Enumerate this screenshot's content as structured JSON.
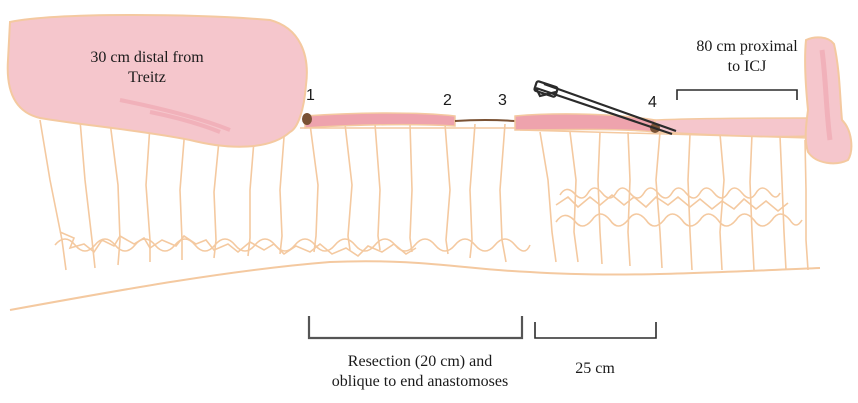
{
  "labels": {
    "distal_line1": "30 cm distal from",
    "distal_line2": "Treitz",
    "proximal_line1": "80 cm proximal",
    "proximal_line2": "to ICJ",
    "resection_line1": "Resection (20 cm) and",
    "resection_line2": "oblique to end anastomoses",
    "segment_length": "25 cm"
  },
  "points": {
    "p1": "1",
    "p2": "2",
    "p3": "3",
    "p4": "4"
  },
  "colors": {
    "bowel_pink": "#f5c6cc",
    "bowel_deep_pink": "#eea3ad",
    "mesentery_tan": "#f4c9a0",
    "staple_brown": "#7a5234",
    "bracket_grey": "#555555",
    "stapler_dark": "#2b2b2b"
  }
}
